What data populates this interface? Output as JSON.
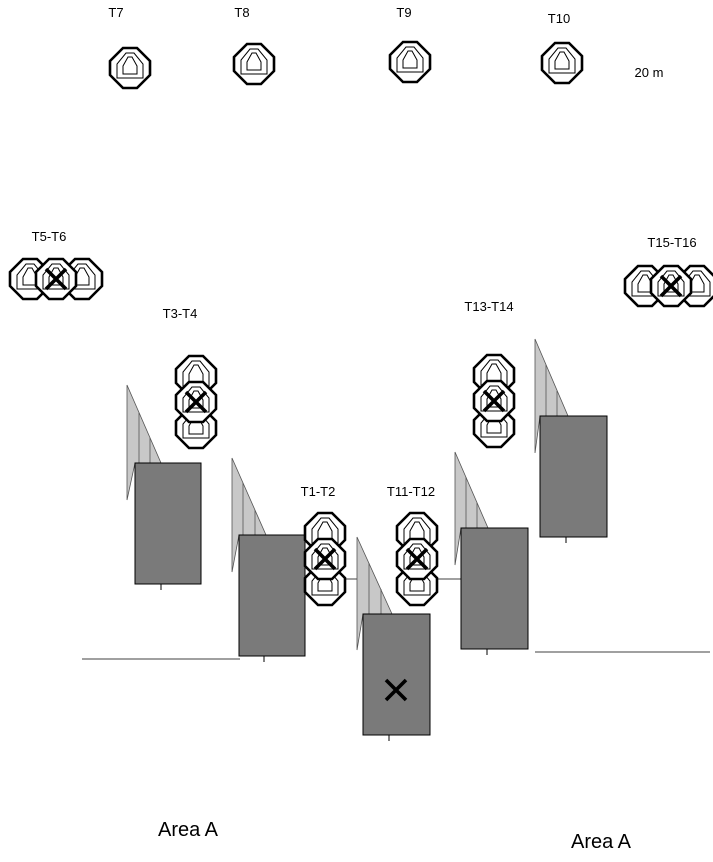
{
  "distance_label": "20 m",
  "area_labels": [
    "Area A",
    "Area A"
  ],
  "targets": {
    "t7": "T7",
    "t8": "T8",
    "t9": "T9",
    "t10": "T10",
    "t5_t6": "T5-T6",
    "t15_t16": "T15-T16",
    "t3_t4": "T3-T4",
    "t13_t14": "T13-T14",
    "t1_t2": "T1-T2",
    "t11_t12": "T11-T12"
  },
  "colors": {
    "barricade": "#7a7a7a",
    "wing": "#c8c8c8",
    "wing_line": "#555555",
    "target_stroke": "#000000",
    "target_fill": "#ffffff"
  },
  "marker_symbol": "✕"
}
